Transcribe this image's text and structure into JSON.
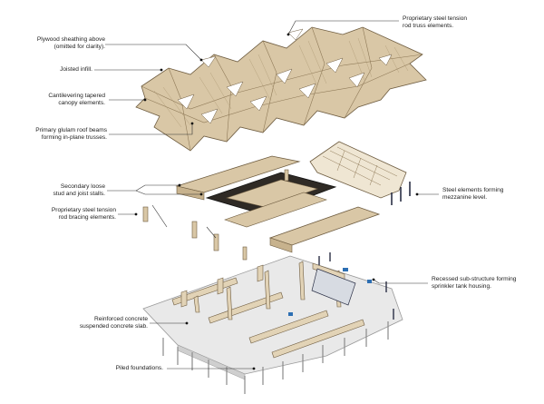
{
  "palette": {
    "timber": "#d9c7a6",
    "timber_dark": "#8f7a58",
    "timber_edge": "#6e5c40",
    "concrete": "#e9e9e9",
    "concrete_edge": "#9a9a9a",
    "steel": "#2a2f45",
    "steel_blue": "#2d6fb3",
    "leader": "#333333"
  },
  "labels": {
    "plywood": "Plywood sheathing above\n(omitted for clarity).",
    "steel_rod_truss": "Proprietary steel tension\nrod truss elements.",
    "joisted": "Joisted infill.",
    "canopy": "Cantilevering tapered\ncanopy elements.",
    "glulam": "Primary glulam roof beams\nforming in-plane trusses.",
    "secondary": "Secondary loose\nstud and joist stalls.",
    "rod_bracing": "Proprietary steel tension\nrod bracing elements.",
    "steel_mezz": "Steel elements forming\nmezzanine level.",
    "recessed": "Recessed sub-structure forming\nsprinkler tank housing.",
    "slab": "Reinforced concrete\nsuspended concrete slab.",
    "piled": "Piled foundations."
  }
}
